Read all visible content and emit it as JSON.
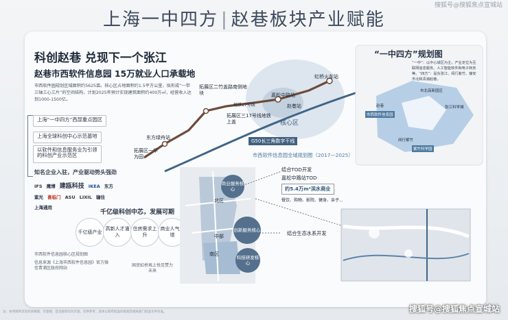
{
  "header": {
    "title_left": "上海一中四方",
    "title_sep": "|",
    "title_right": "赵巷板块产业赋能",
    "top_watermark": "搜狐号@搜狐焦点宣城站"
  },
  "left": {
    "headline": "科创赵巷  兑现下一个张江",
    "subheadline": "赵巷市西软件信息园  15万就业人口承载地",
    "paragraph": "市西软件园规划区域面积约5625亩。核心区占地面积约1.5平方公里，拟形成“一带三轴三心三片”的空间结构，计划2025年预计实现建筑面积约400万㎡，经营收入达到1000-1500亿。",
    "tags": [
      "上海“一中四方”西部重点园区",
      "上海全球科创中心示范基地",
      "以软件和信息服务业为引领的科创产业示范区"
    ],
    "known_title": "知名企业入驻，产业驱动势头强劲",
    "logos": [
      "IFS",
      "鹰博",
      "建瓯科技",
      "IKEA",
      "东方",
      "紫光",
      "喜临门",
      "ASU",
      "LIXIL",
      "骊住",
      "上海通用"
    ],
    "chain_title": "千亿级科创中芯，发展可期",
    "chain": [
      "千亿级产业",
      "高新人才涌入",
      "住房需求上升",
      "商业人气递增"
    ],
    "note_bottom_1": "市西软件信息园核心区规划图",
    "note_bottom_2": "信息来源《上海市西软件信息园》官方微信青浦区政府网站",
    "note_bottom_3": "国贸虹桥垠上悦见赞力未来"
  },
  "map_top": {
    "labels": {
      "hongqiao": "虹桥火车站",
      "expand2": "拓展区二竹盖路南侧地块",
      "expand3": "拓展区三17号线地铁上盖",
      "expand1": "拓展区一华为园",
      "east_station": "东方绿舟站",
      "line17": "地铁17号线",
      "jiasong": "嘉松中路站",
      "zhaoxiang": "赵巷站",
      "core": "核心区",
      "g50": "G50长三角数字干线",
      "plan_caption": "市西软件信息园全域规划图（2017—2025）"
    }
  },
  "map_bottom": {
    "north": "北区",
    "middle": "中部",
    "south": "南区",
    "nodes": [
      "商业服务核心",
      "创新服务核心",
      "科技研发核心"
    ],
    "tod_line1": "结合TOD开发",
    "tod_line2": "嘉松中路站TOD",
    "tod_box": "约5.4万m²滨水商业",
    "tod_items": "餐饮、购物、影院、健身、亲子...",
    "eco": "结合生态水系开发"
  },
  "right": {
    "title": "“一中四方”规划图",
    "note": "“一中”：以中心城区为主，产业定位为互联网信息服务、人工智能软件和电子商务等。“四方”：是东张江、闵行紫竹、静安市北和青浦赵巷。",
    "labels": [
      "市北高新园区",
      "赵巷",
      "市西软件信息园",
      "闵行紫竹",
      "张江科学城",
      "紫竹科学园"
    ]
  },
  "footer": "注：本项目所涉及的效果图、示意图、区位图等均为示意，仅供参考，具体以政府批准的规划及相关部门批准文件为准。",
  "watermark": "搜狐号@搜狐焦点宣城站"
}
